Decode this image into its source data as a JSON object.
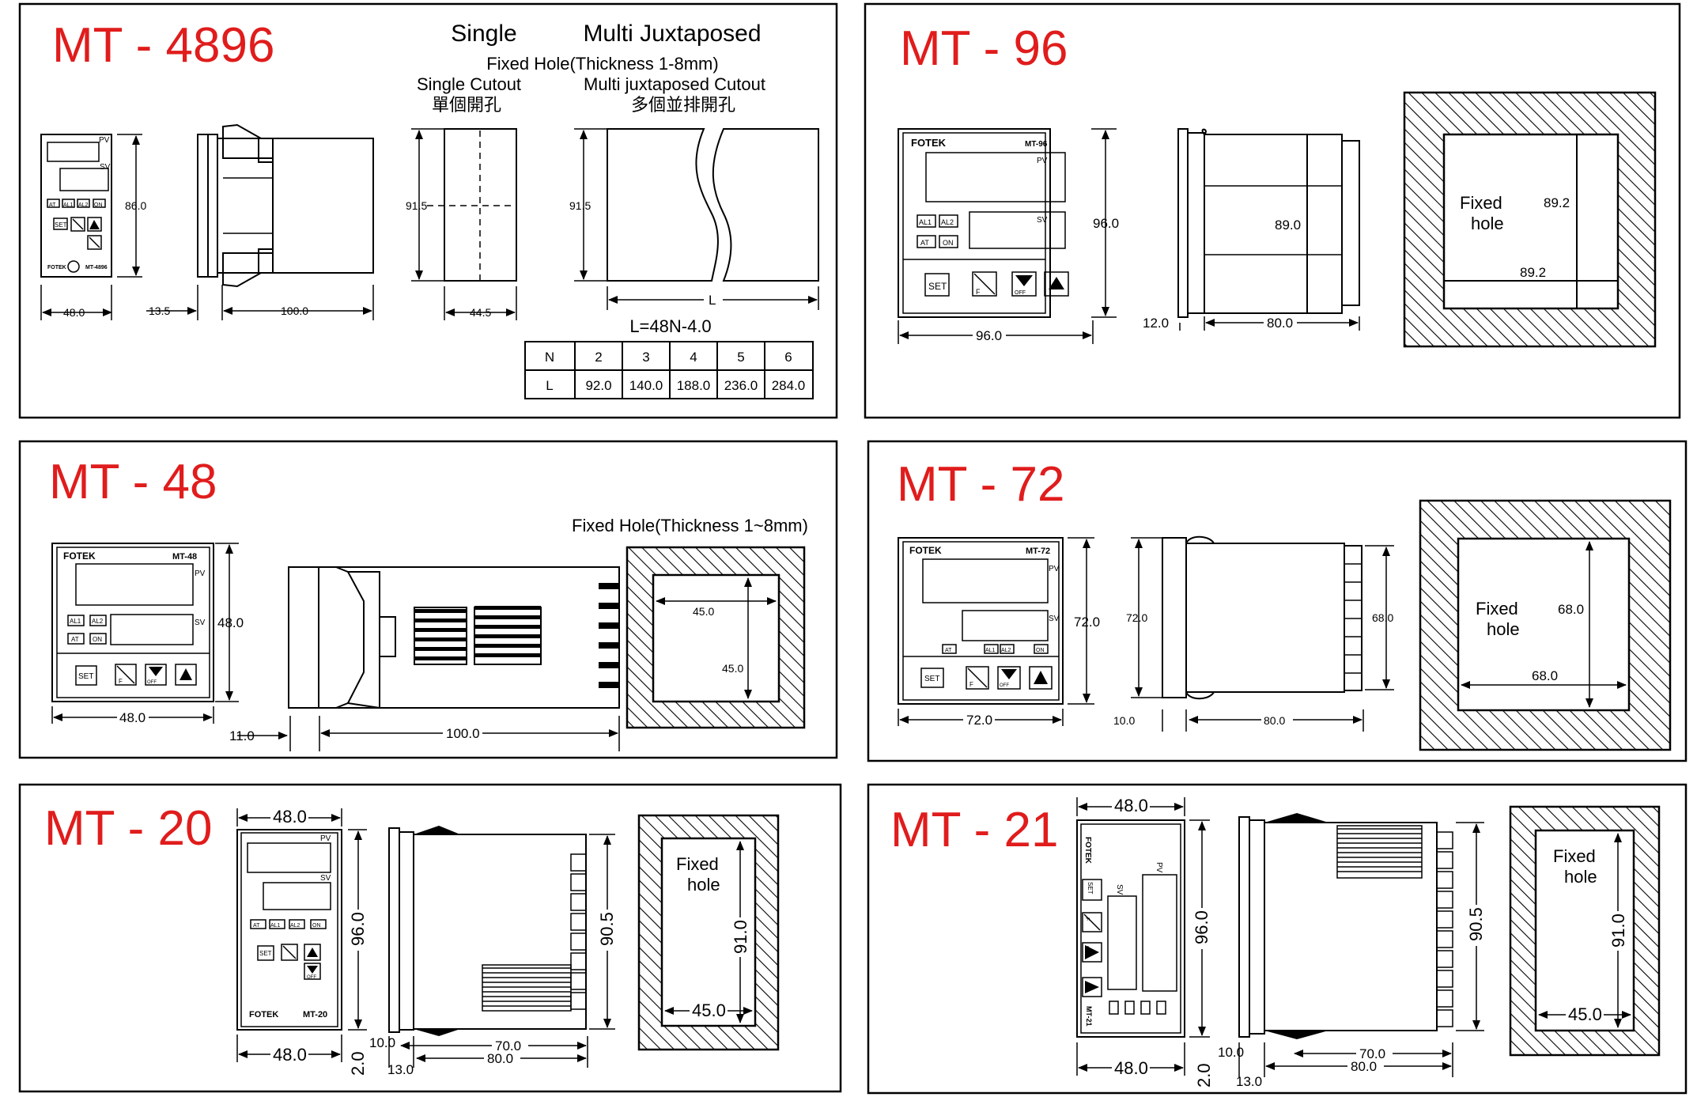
{
  "panels": {
    "mt4896": {
      "title": "MT - 4896",
      "mount_single": "Single",
      "mount_multi": "Multi Juxtaposed",
      "fixed_hole": "Fixed Hole(Thickness 1-8mm)",
      "single_cutout": "Single Cutout",
      "single_cutout_zh": "單個開孔",
      "multi_cutout": "Multi juxtaposed Cutout",
      "multi_cutout_zh": "多個並排開孔",
      "front_labels": {
        "pv": "PV",
        "sv": "SV",
        "at": "AT",
        "al1": "AL1",
        "al2": "AL2",
        "on": "ON",
        "set": "SET",
        "brand": "FOTEK",
        "model": "MT-4896"
      },
      "dims": {
        "height": "86.0",
        "width": "48.0",
        "depth_front": "13.5",
        "depth": "100.0",
        "cutout_h": "91.5",
        "cutout_w": "44.5",
        "multi_h": "91.5",
        "multi_w": "L"
      },
      "formula": "L=48N-4.0",
      "table": {
        "rows": [
          [
            "N",
            "2",
            "3",
            "4",
            "5",
            "6"
          ],
          [
            "L",
            "92.0",
            "140.0",
            "188.0",
            "236.0",
            "284.0"
          ]
        ]
      }
    },
    "mt96": {
      "title": "MT - 96",
      "front_labels": {
        "brand": "FOTEK",
        "model": "MT-96",
        "pv": "PV",
        "sv": "SV",
        "al1": "AL1",
        "al2": "AL2",
        "at": "AT",
        "on": "ON",
        "set": "SET",
        "off": "OFF",
        "f": "F"
      },
      "dims": {
        "height": "96.0",
        "width": "96.0",
        "body_h": "89.0",
        "front": "12.0",
        "depth": "80.0",
        "hole_h": "89.2",
        "hole_w": "89.2"
      },
      "hole_label_1": "Fixed",
      "hole_label_2": "hole"
    },
    "mt48": {
      "title": "MT - 48",
      "fixed_hole": "Fixed Hole(Thickness 1~8mm)",
      "front_labels": {
        "brand": "FOTEK",
        "model": "MT-48",
        "pv": "PV",
        "sv": "SV",
        "al1": "AL1",
        "al2": "AL2",
        "at": "AT",
        "on": "ON",
        "set": "SET",
        "off": "OFF",
        "f": "F"
      },
      "dims": {
        "height": "48.0",
        "width": "48.0",
        "front": "11.0",
        "depth": "100.0",
        "hole_w": "45.0",
        "hole_h": "45.0"
      }
    },
    "mt72": {
      "title": "MT - 72",
      "front_labels": {
        "brand": "FOTEK",
        "model": "MT-72",
        "pv": "PV",
        "sv": "SV",
        "at": "AT",
        "al1": "AL1",
        "al2": "AL2",
        "on": "ON",
        "set": "SET",
        "off": "OFF",
        "f": "F"
      },
      "dims": {
        "height": "72.0",
        "width": "72.0",
        "side_h": "72.0",
        "body_h": "68.0",
        "front": "10.0",
        "depth": "80.0",
        "hole_h": "68.0",
        "hole_w": "68.0"
      },
      "hole_label_1": "Fixed",
      "hole_label_2": "hole"
    },
    "mt20": {
      "title": "MT - 20",
      "front_labels": {
        "pv": "PV",
        "sv": "SV",
        "at": "AT",
        "al1": "AL1",
        "al2": "AL2",
        "on": "ON",
        "set": "SET",
        "off": "OFF",
        "brand": "FOTEK",
        "model": "MT-20"
      },
      "dims": {
        "top_w": "48.0",
        "height": "96.0",
        "bottom_w": "48.0",
        "gap": "2.0",
        "body_h": "90.5",
        "front": "10.0",
        "body_d": "70.0",
        "depth": "80.0",
        "side_front": "13.0",
        "hole_h": "91.0",
        "hole_w": "45.0"
      },
      "hole_label_1": "Fixed",
      "hole_label_2": "hole"
    },
    "mt21": {
      "title": "MT - 21",
      "front_labels": {
        "brand": "FOTEK",
        "set": "SET",
        "sv": "SV",
        "pv": "PV",
        "model": "MT-21",
        "f": "F",
        "off": "OFF"
      },
      "dims": {
        "top_w": "48.0",
        "height": "96.0",
        "bottom_w": "48.0",
        "gap": "2.0",
        "body_h": "90.5",
        "front": "10.0",
        "body_d": "70.0",
        "depth": "80.0",
        "side_front": "13.0",
        "hole_h": "91.0",
        "hole_w": "45.0"
      },
      "hole_label_1": "Fixed",
      "hole_label_2": "hole"
    }
  },
  "colors": {
    "title": "#e01c1c",
    "line": "#000000",
    "background": "#ffffff"
  }
}
